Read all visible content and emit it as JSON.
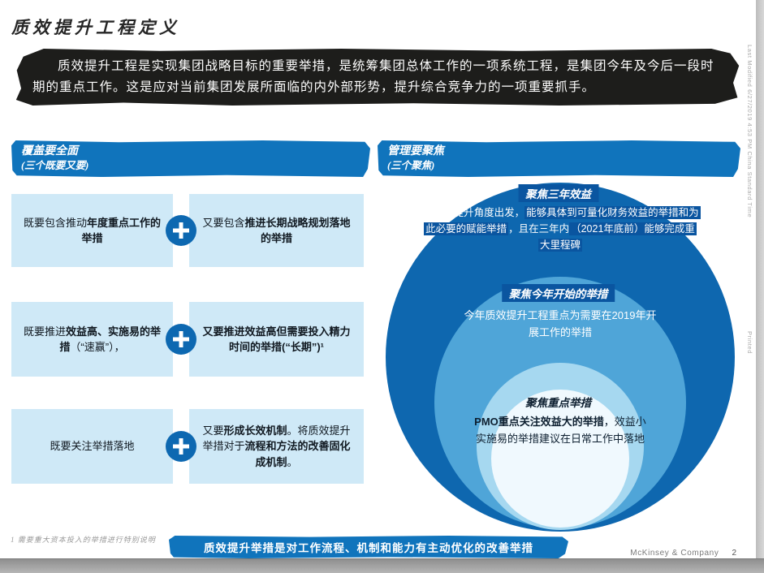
{
  "colors": {
    "banner_dark": "#1d1d1b",
    "header_blue": "#1074bc",
    "box_light_blue": "#cfe9f7",
    "plus_blue": "#0d68b1",
    "circle_outer": "#0e67af",
    "circle_middle": "#4fa5d8",
    "circle_light": "#a6d8f0",
    "circle_core": "#f0f9fe",
    "label_strip": "#0a55a0",
    "bottom_banner_blue": "#1074bc"
  },
  "slide": {
    "title": "质效提升工程定义",
    "intro": "质效提升工程是实现集团战略目标的重要举措，是统筹集团总体工作的一项系统工程，是集团今年及今后一段时期的重点工作。这是应对当前集团发展所面临的内外部形势，提升综合竞争力的一项重要抓手。"
  },
  "left": {
    "header_line1": "覆盖要全面",
    "header_line2": "(三个既要又要)",
    "rows": [
      {
        "left": [
          {
            "t": "既要包含推动"
          },
          {
            "t": "年度重点工作的举措",
            "b": 1
          }
        ],
        "right": [
          {
            "t": "又要包含"
          },
          {
            "t": "推进长期战略规划落地的举措",
            "b": 1
          }
        ]
      },
      {
        "left": [
          {
            "t": "既要推进"
          },
          {
            "t": "效益高、实施易的举措",
            "b": 1
          },
          {
            "t": "（“速赢”），"
          }
        ],
        "right": [
          {
            "t": "又要推进",
            "b": 1
          },
          {
            "t": "效益高但需要投入精力时间的举措",
            "b": 1
          },
          {
            "t": "(“长期”)¹",
            "b": 1
          }
        ]
      },
      {
        "left": [
          {
            "t": "既要关注举措落地"
          }
        ],
        "right": [
          {
            "t": "又要"
          },
          {
            "t": "形成长效机制",
            "b": 1
          },
          {
            "t": "。将质效提升举措对于"
          },
          {
            "t": "流程和方法的改善固化成机制",
            "b": 1
          },
          {
            "t": "。"
          }
        ]
      }
    ]
  },
  "right": {
    "header_line1": "管理要聚焦",
    "header_line2": "(三个聚焦)",
    "circles": [
      {
        "label": "聚焦三年效益",
        "text": [
          {
            "t": "从ROE提升角度出发，"
          },
          {
            "t": "能够具体到可量化财务效益的举措和为此必要的赋能举措",
            "hl": 1
          },
          {
            "t": "，且在三年内"
          },
          {
            "t": "（2021年底前）能够完成重大里程碑",
            "hl": 1
          }
        ]
      },
      {
        "label": "聚焦今年开始的举措",
        "text": [
          {
            "t": "今年质效提升工程重点为需要在2019年开展工作的举措"
          }
        ]
      },
      {
        "label": "聚焦重点举措",
        "text": [
          {
            "t": "PMO重点关注效益大的举措",
            "b": 1
          },
          {
            "t": "，效益小实施易的举措建议在日常工作中落地"
          }
        ]
      }
    ]
  },
  "footnote": "1 需要重大资本投入的举措进行特别说明",
  "bottom_banner": "质效提升举措是对工作流程、机制和能力有主动优化的改善举措",
  "footer": {
    "brand": "McKinsey & Company",
    "page": "2"
  },
  "sidebar_text": {
    "modified": "Last Modified 6/27/2019 4:53 PM China Standard Time",
    "printed": "Printed"
  }
}
